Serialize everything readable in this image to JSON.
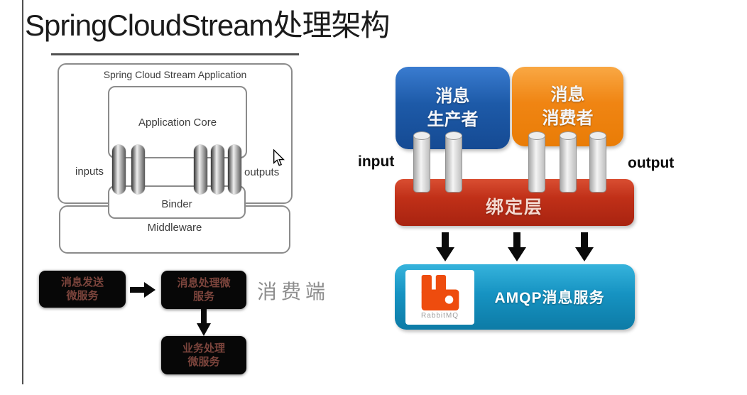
{
  "title": "SpringCloudStream处理架构",
  "colors": {
    "producer_blue": "#1d5aa8",
    "consumer_orange": "#f08513",
    "binding_red": "#c03018",
    "amqp_cyan": "#1693c2",
    "flow_box_black": "#070707",
    "flow_box_text": "#7b443c",
    "rabbit_orange": "#ee4c0e"
  },
  "icons": {
    "rabbitmq_logo": "rabbitmq-rabbit-glyph",
    "mouse_cursor": "arrow-pointer"
  },
  "left_diagram": {
    "container_label": "Spring Cloud Stream Application",
    "core_label": "Application Core",
    "inputs_label": "inputs",
    "outputs_label": "outputs",
    "binder_label": "Binder",
    "middleware_label": "Middleware"
  },
  "flow": {
    "producer_box": {
      "line1": "消息发送",
      "line2": "微服务"
    },
    "processor_box": {
      "line1": "消息处理微",
      "line2": "服务"
    },
    "business_box": {
      "line1": "业务处理",
      "line2": "微服务"
    },
    "side_label": "消费端"
  },
  "right_diagram": {
    "producer": {
      "line1": "消息",
      "line2": "生产者"
    },
    "consumer": {
      "line1": "消息",
      "line2": "消费者"
    },
    "input_label": "input",
    "output_label": "output",
    "binding_label": "绑定层",
    "amqp_label": "AMQP消息服务",
    "rabbitmq_label": "RabbitMQ"
  }
}
